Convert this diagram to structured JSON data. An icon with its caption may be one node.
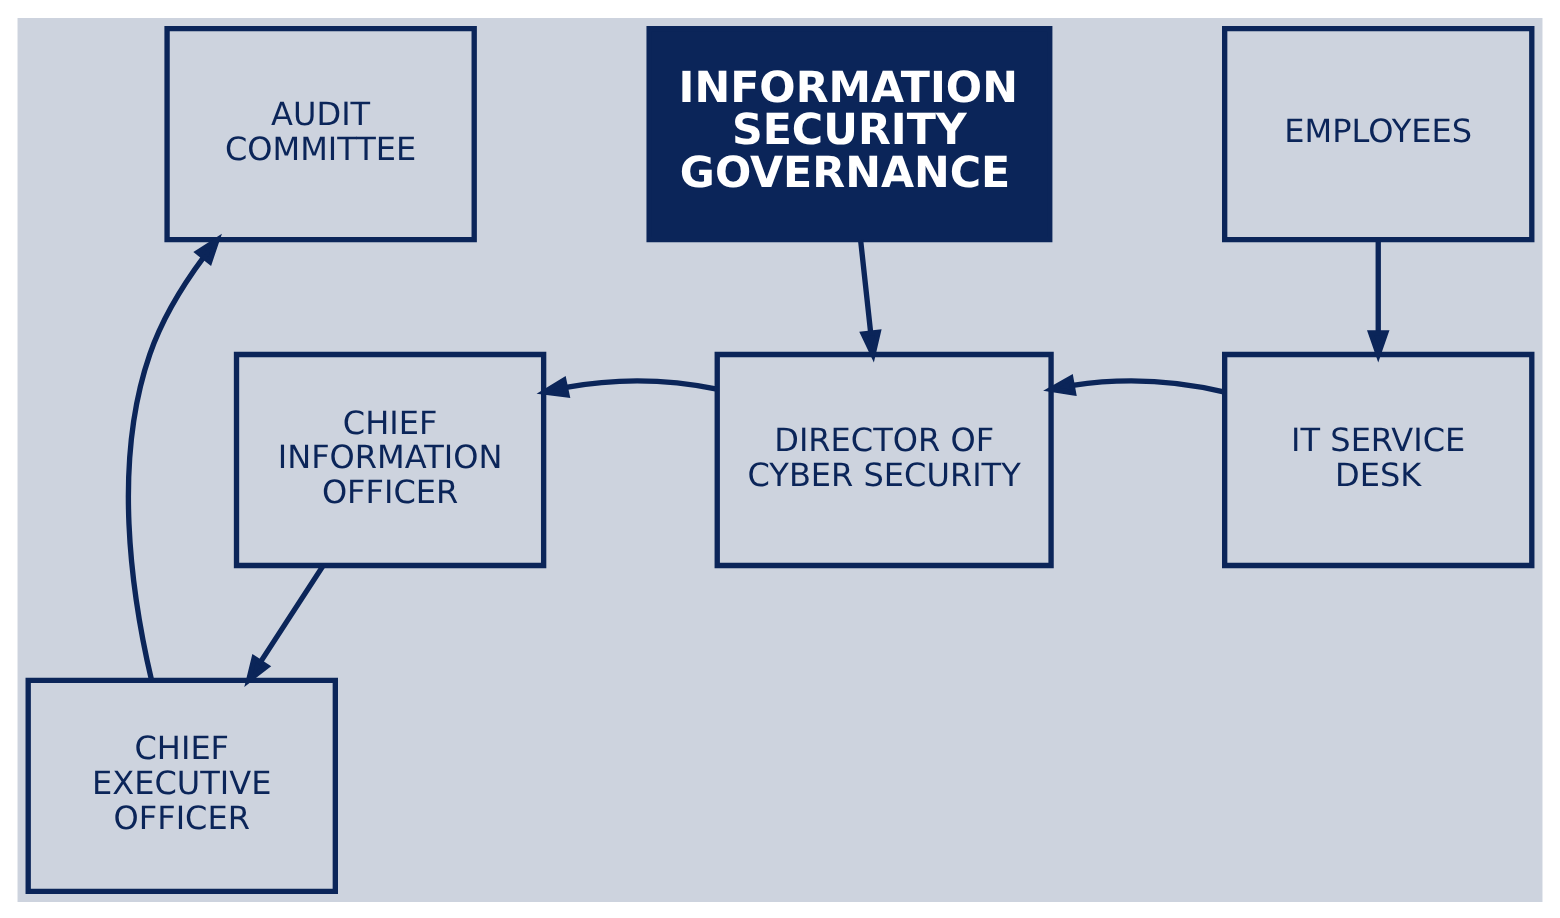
{
  "diagram": {
    "nodes": [
      {
        "text": [
          "AUDIT COMMITTEE"
        ]
      },
      {
        "text": [
          "INFORMATION SECURITY GOVERNANCE"
        ]
      },
      {
        "text": [
          "EMPLOYEES"
        ]
      },
      {
        "text": [
          "CHIEF EXECUTIVE OFFICER"
        ]
      },
      {
        "text": [
          "CHIEF INFORMATION OFFICER"
        ]
      },
      {
        "text": [
          "DIRECTOR OF CYBER SECURITY"
        ]
      },
      {
        "text": [
          "IT SERVICE DESK"
        ]
      }
    ],
    "edges": [
      {
        "from": 3,
        "to": 0,
        "arrow": "to"
      },
      {
        "from": 4,
        "to": 3,
        "arrow": "to"
      },
      {
        "from": 1,
        "to": 5,
        "arrow": "to"
      },
      {
        "from": 2,
        "to": 6,
        "arrow": "to"
      },
      {
        "from": 6,
        "to": 5,
        "arrow": "to"
      },
      {
        "from": 5,
        "to": 4,
        "arrow": "to"
      }
    ]
  }
}
